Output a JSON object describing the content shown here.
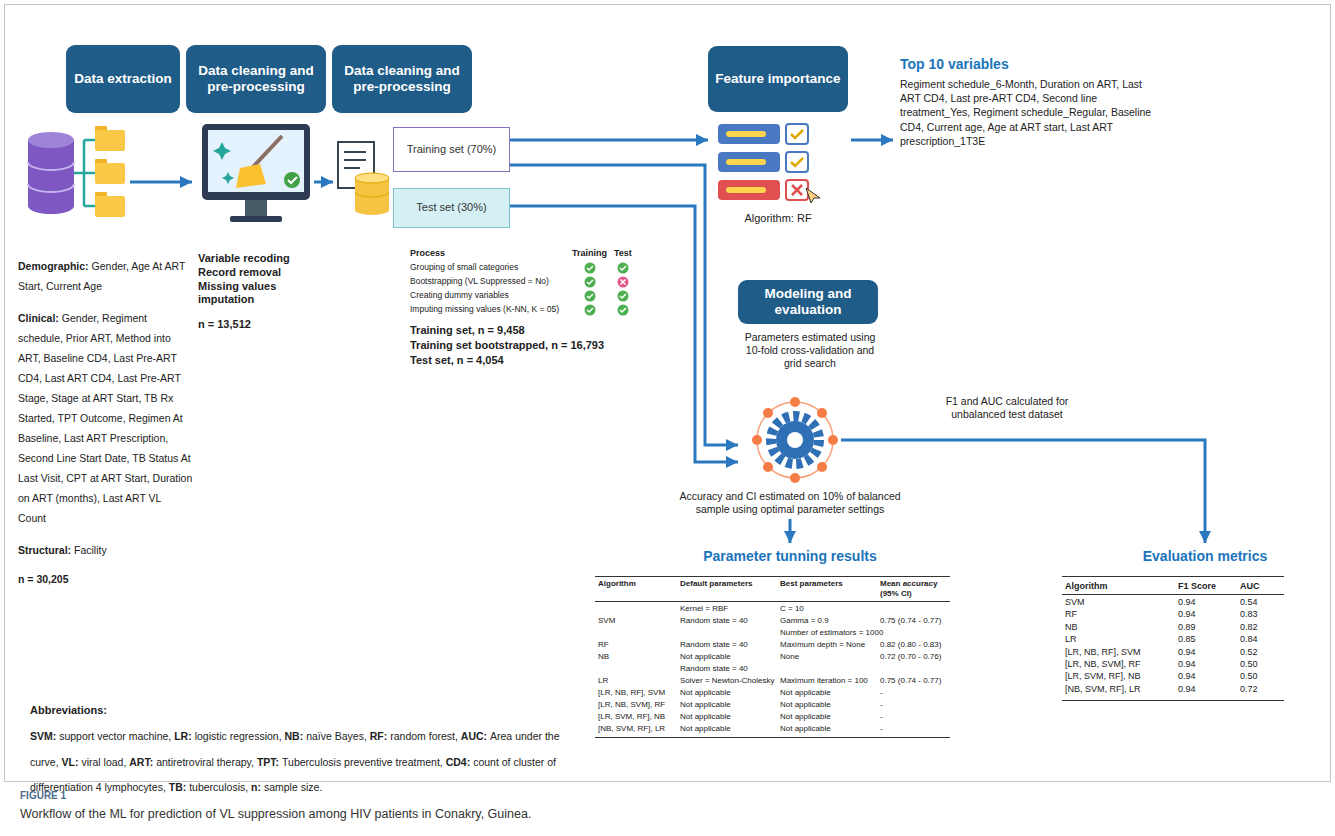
{
  "diagram": {
    "caption": "Workflow of the ML for prediction of VL suppression among HIV patients in Conakry, Guinea.",
    "nodes": [
      {
        "text": [
          "Data extraction"
        ]
      },
      {
        "text": [
          "Data cleaning and pre-processing"
        ]
      },
      {
        "text": [
          "Data cleaning and pre-processing"
        ]
      },
      {
        "text": [
          "Training set (70%)"
        ]
      },
      {
        "text": [
          "Test set (30%)"
        ]
      },
      {
        "text": [
          "Feature importance"
        ]
      },
      {
        "text": [
          "Modeling and evaluation"
        ]
      }
    ],
    "edges": [
      {
        "from": 3,
        "to": 5,
        "arrow": "to"
      },
      {
        "from": 3,
        "to": 6,
        "arrow": "to"
      },
      {
        "from": 4,
        "to": 6,
        "arrow": "to"
      }
    ],
    "labels": [
      "Demographic:",
      "Gender, Age At ART Start, Current Age",
      "Clinical:",
      "Gender, Regiment schedule, Prior ART, Method into ART, Baseline CD4, Last Pre-ART CD4, Last ART CD4, Last Pre-ART Stage, Stage at ART Start, TB Rx Started, TPT Outcome, Regimen At Baseline, Last ART Prescription, Second Line Start Date, TB Status At Last Visit, CPT at ART Start, Duration on ART (months), Last ART VL Count",
      "Structural:",
      "Facility",
      "n = 30,205",
      "Variable recoding Record removal Missing values imputation",
      "n = 13,512",
      "Process",
      "Training",
      "Test",
      "Grouping of small categories",
      "Bootstrapping (VL Suppressed = No)",
      "Creating dummy variables",
      "Imputing missing values (K-NN, K = 05)",
      "Training set, n = 9,458",
      "Training set bootstrapped, n = 16,793",
      "Test set, n = 4,054",
      "Algorithm: RF",
      "Top 10 variables",
      "Regiment schedule_6-Month, Duration on ART, Last ART CD4, Last pre-ART CD4, Second line treatment_Yes, Regiment schedule_Regular, Baseline CD4, Current age, Age at ART start, Last ART prescription_1T3E",
      "Parameters estimated using 10-fold cross-validation and grid search",
      "F1 and AUC calculated for unbalanced test dataset",
      "Accuracy and CI estimated on 10% of balanced sample using optimal parameter settings",
      "Parameter tunning results",
      "Evaluation metrics",
      "Algorithm",
      "Default parameters",
      "Best parameters",
      "Mean accuracy (95% CI)",
      "Kernel = RBF",
      "C = 10",
      "SVM",
      "Random state = 40",
      "Gamma = 0.9",
      "0.75 (0.74 - 0.77)",
      "Number of estimators = 1000",
      "RF",
      "Random state = 40",
      "Maximum depth = None",
      "0.82 (0.80 - 0.83)",
      "NB",
      "Not applicable",
      "None",
      "0.72 (0.70 - 0.76)",
      "Random state = 40",
      "LR",
      "Solver = Newton-Cholesky",
      "Maximum iteration = 100",
      "0.75 (0.74 - 0.77)",
      "[LR, NB, RF], SVM",
      "Not applicable",
      "Not applicable",
      "-",
      "[LR, NB, SVM], RF",
      "Not applicable",
      "Not applicable",
      "-",
      "[LR, SVM, RF], NB",
      "Not applicable",
      "Not applicable",
      "-",
      "[NB, SVM, RF], LR",
      "Not applicable",
      "Not applicable",
      "-",
      "Algorithm",
      "F1 Score",
      "AUC",
      "SVM",
      "0.94",
      "0.54",
      "RF",
      "0.94",
      "0.83",
      "NB",
      "0.89",
      "0.82",
      "LR",
      "0.85",
      "0.84",
      "[LR, NB, RF], SVM",
      "0.94",
      "0.52",
      "[LR, NB, SVM], RF",
      "0.94",
      "0.50",
      "[LR, SVM, RF], NB",
      "0.94",
      "0.50",
      "[NB, SVM, RF], LR",
      "0.94",
      "0.72",
      "Abbreviations:",
      "SVM:",
      "support vector machine,",
      "LR:",
      "logistic regression,",
      "NB:",
      "naïve Bayes,",
      "RF:",
      "random forest,",
      "AUC:",
      "Area under the curve,",
      "VL:",
      "viral load,",
      "ART:",
      "antiretroviral therapy,",
      "TPT:",
      "Tuberculosis preventive treatment,",
      "CD4:",
      "count of cluster of differentiation 4 lymphocytes,",
      "TB:",
      "tuberculosis,",
      "n:",
      "sample size.",
      "FIGURE 1"
    ]
  }
}
